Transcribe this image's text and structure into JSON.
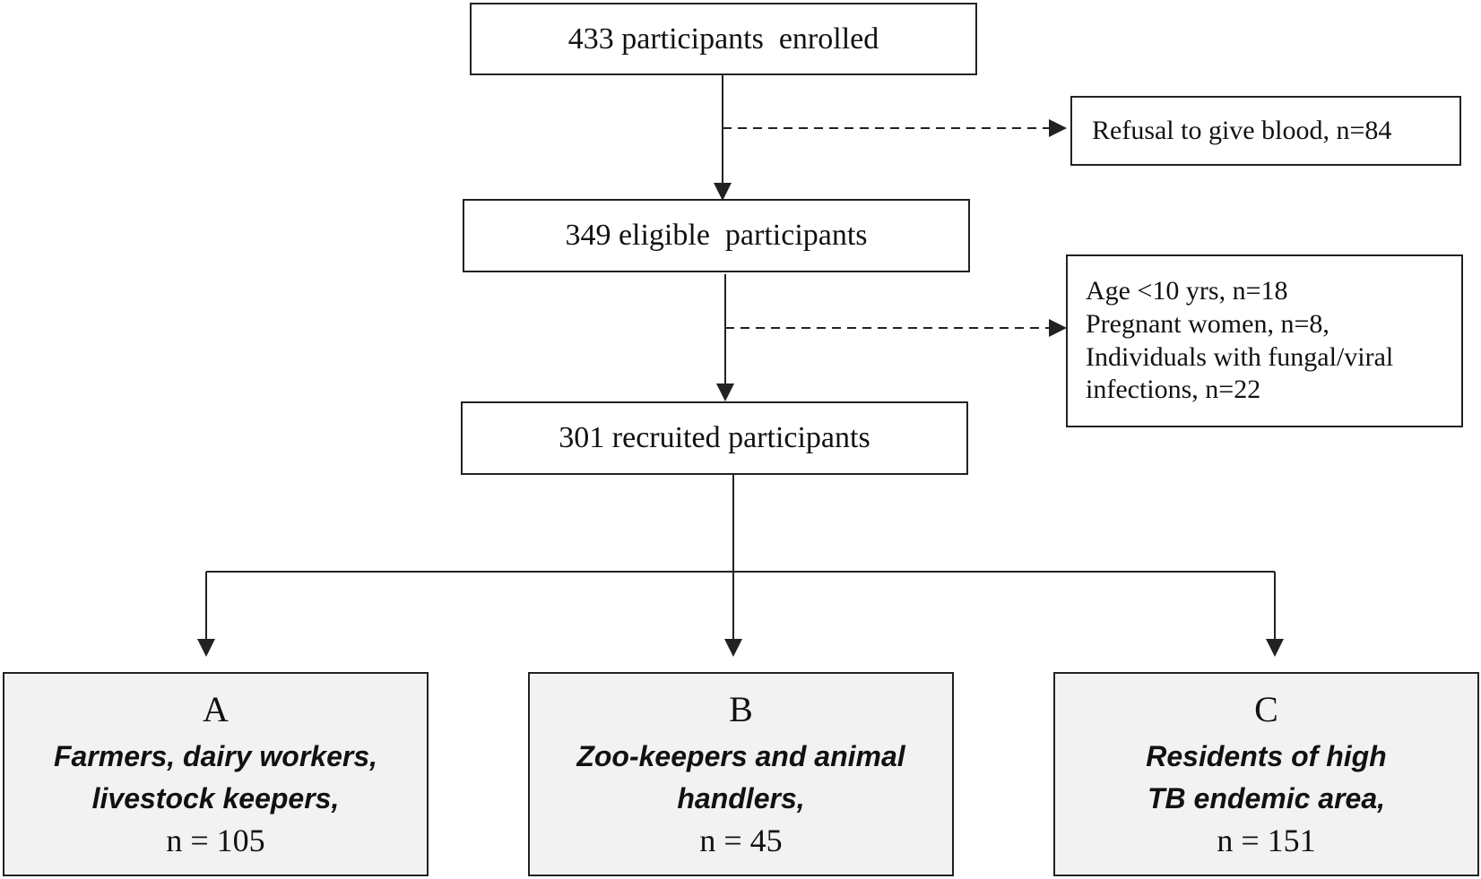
{
  "flow": {
    "enrolled": "433 participants  enrolled",
    "eligible": "349 eligible  participants",
    "recruited": "301 recruited participants"
  },
  "exclusions": {
    "refusal": "Refusal to give blood, n=84",
    "age": "Age <10 yrs, n=18",
    "pregnant": "Pregnant women, n=8,",
    "infections_line1": "Individuals with fungal/viral",
    "infections_line2": "infections, n=22"
  },
  "groups": [
    {
      "letter": "A",
      "desc_line1": "Farmers, dairy workers,",
      "desc_line2": "livestock keepers,",
      "n": "n = 105"
    },
    {
      "letter": "B",
      "desc_line1": "Zoo-keepers and animal",
      "desc_line2": "handlers,",
      "n": "n = 45"
    },
    {
      "letter": "C",
      "desc_line1": "Residents of high",
      "desc_line2": "TB endemic area,",
      "n": "n = 151"
    }
  ],
  "colors": {
    "line": "#222222",
    "group_fill": "#f2f2f2"
  }
}
